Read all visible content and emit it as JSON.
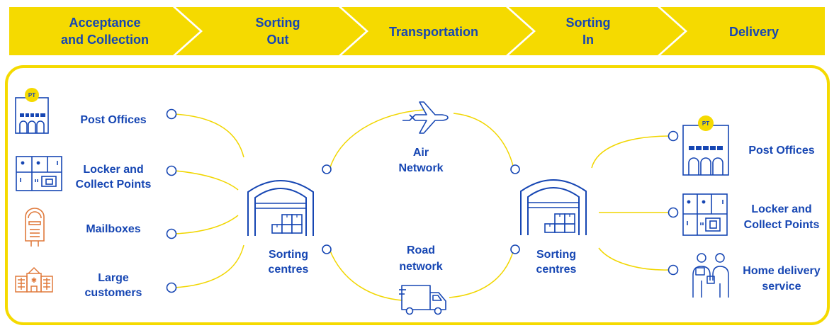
{
  "stages": [
    {
      "line1": "Acceptance",
      "line2": "and Collection"
    },
    {
      "line1": "Sorting",
      "line2": "Out"
    },
    {
      "line1": "Transportation",
      "line2": ""
    },
    {
      "line1": "Sorting",
      "line2": "In"
    },
    {
      "line1": "Delivery",
      "line2": ""
    }
  ],
  "collection_points": [
    {
      "line1": "Post Offices",
      "line2": "",
      "icon": "post-office-icon"
    },
    {
      "line1": "Locker and",
      "line2": "Collect Points",
      "icon": "locker-icon"
    },
    {
      "line1": "Mailboxes",
      "line2": "",
      "icon": "mailbox-icon"
    },
    {
      "line1": "Large",
      "line2": "customers",
      "icon": "building-icon"
    }
  ],
  "sorting_out": {
    "line1": "Sorting",
    "line2": "centres",
    "icon": "warehouse-icon"
  },
  "air_network": {
    "line1": "Air",
    "line2": "Network",
    "icon": "airplane-icon"
  },
  "road_network": {
    "line1": "Road",
    "line2": "network",
    "icon": "truck-icon"
  },
  "sorting_in": {
    "line1": "Sorting",
    "line2": "centres",
    "icon": "warehouse-icon"
  },
  "delivery_points": [
    {
      "line1": "Post Offices",
      "line2": "",
      "icon": "post-office-icon"
    },
    {
      "line1": "Locker and",
      "line2": "Collect Points",
      "icon": "locker-icon"
    },
    {
      "line1": "Home delivery",
      "line2": "service",
      "icon": "delivery-person-icon"
    }
  ],
  "post_office_sign": "PT",
  "colors": {
    "yellow": "#F5DA00",
    "blue": "#1646B3",
    "orange": "#E07A3C",
    "line_yellow": "#F1D600"
  }
}
